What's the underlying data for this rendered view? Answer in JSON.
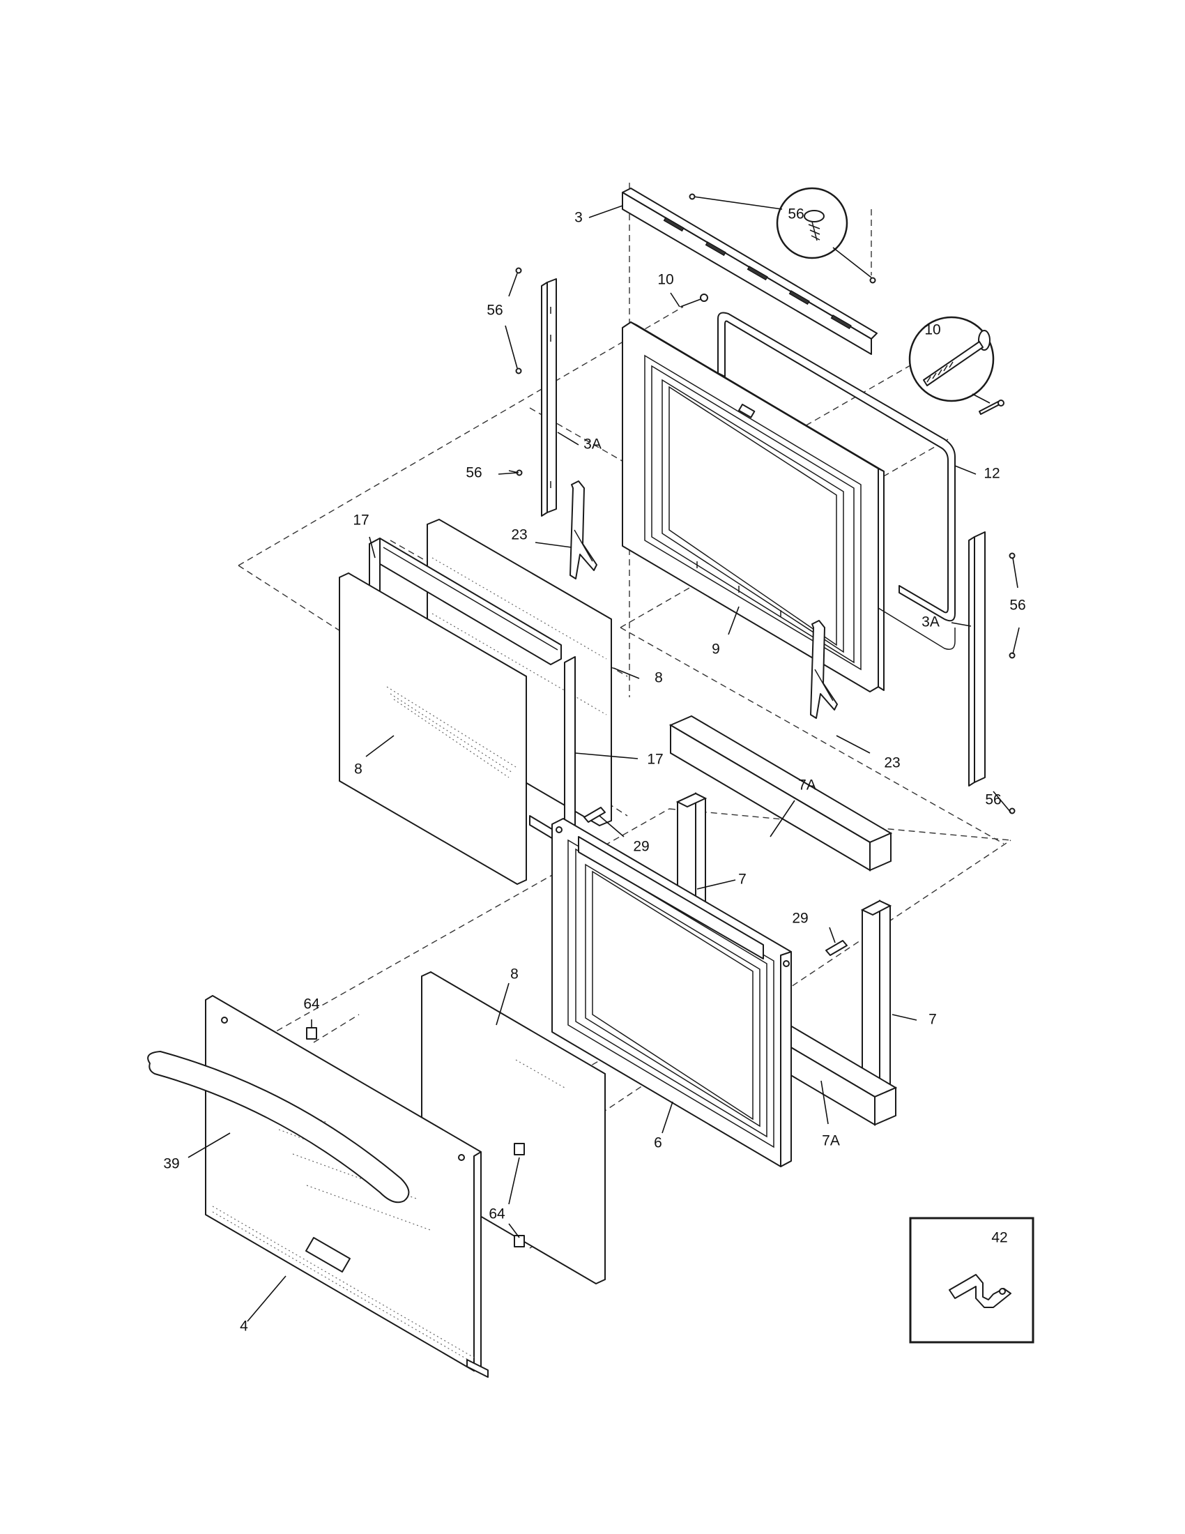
{
  "diagram": {
    "callouts": [
      {
        "id": "3",
        "label": "3"
      },
      {
        "id": "56-top-circle",
        "label": "56"
      },
      {
        "id": "10-top",
        "label": "10"
      },
      {
        "id": "10-circle",
        "label": "10"
      },
      {
        "id": "56-left-upper",
        "label": "56"
      },
      {
        "id": "3A-left",
        "label": "3A"
      },
      {
        "id": "56-left-lower",
        "label": "56"
      },
      {
        "id": "12",
        "label": "12"
      },
      {
        "id": "17-upper",
        "label": "17"
      },
      {
        "id": "23-left",
        "label": "23"
      },
      {
        "id": "56-right-upper",
        "label": "56"
      },
      {
        "id": "3A-right",
        "label": "3A"
      },
      {
        "id": "8-right",
        "label": "8"
      },
      {
        "id": "9",
        "label": "9"
      },
      {
        "id": "17-lower",
        "label": "17"
      },
      {
        "id": "23-right",
        "label": "23"
      },
      {
        "id": "8-left",
        "label": "8"
      },
      {
        "id": "56-right-lower",
        "label": "56"
      },
      {
        "id": "7A-top",
        "label": "7A"
      },
      {
        "id": "29-upper",
        "label": "29"
      },
      {
        "id": "7-upper",
        "label": "7"
      },
      {
        "id": "29-lower",
        "label": "29"
      },
      {
        "id": "8-lower",
        "label": "8"
      },
      {
        "id": "64-upper",
        "label": "64"
      },
      {
        "id": "7-lower",
        "label": "7"
      },
      {
        "id": "39",
        "label": "39"
      },
      {
        "id": "6",
        "label": "6"
      },
      {
        "id": "7A-bottom",
        "label": "7A"
      },
      {
        "id": "64-lower",
        "label": "64"
      },
      {
        "id": "42",
        "label": "42"
      },
      {
        "id": "4",
        "label": "4"
      }
    ]
  }
}
